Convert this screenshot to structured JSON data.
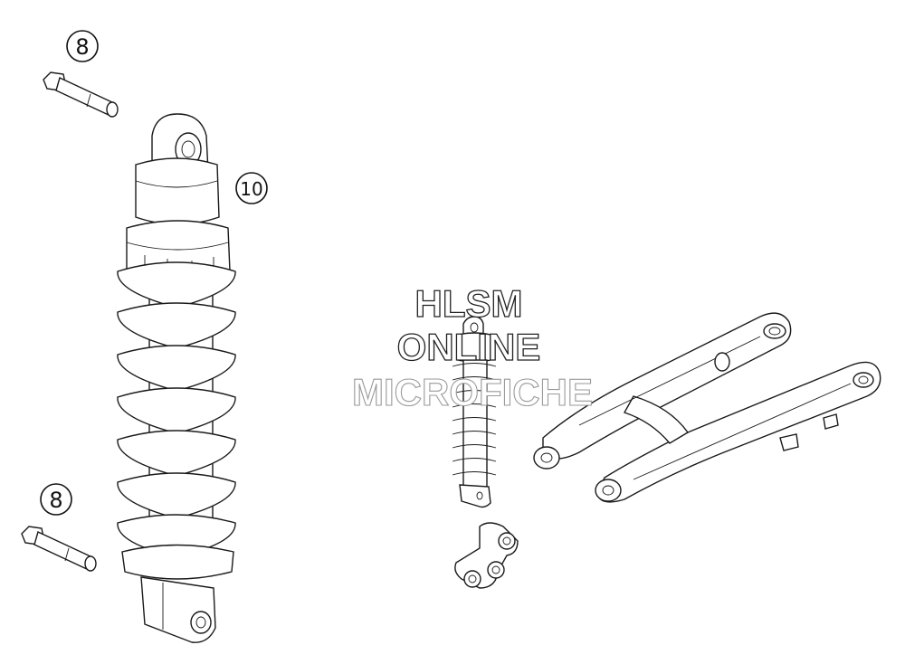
{
  "callouts": [
    {
      "label": "8"
    },
    {
      "label": "10"
    },
    {
      "label": "8"
    }
  ],
  "watermark": {
    "line1": "HLSM",
    "line2": "ONLINE",
    "line3": "MICROFICHE"
  },
  "colors": {
    "line": "#1a1a1a",
    "background": "#ffffff",
    "watermark_faded": "#9a9a9a"
  }
}
